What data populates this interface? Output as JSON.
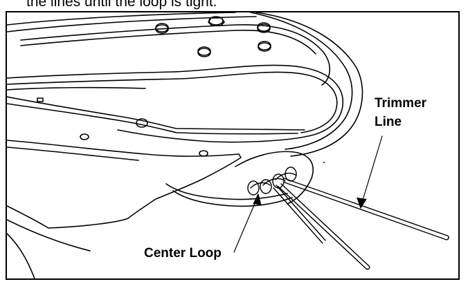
{
  "caption": {
    "text": "the lines until the loop is tight."
  },
  "labels": {
    "trimmer_line_1": "Trimmer",
    "trimmer_line_2": "Line",
    "center_loop": "Center Loop"
  }
}
